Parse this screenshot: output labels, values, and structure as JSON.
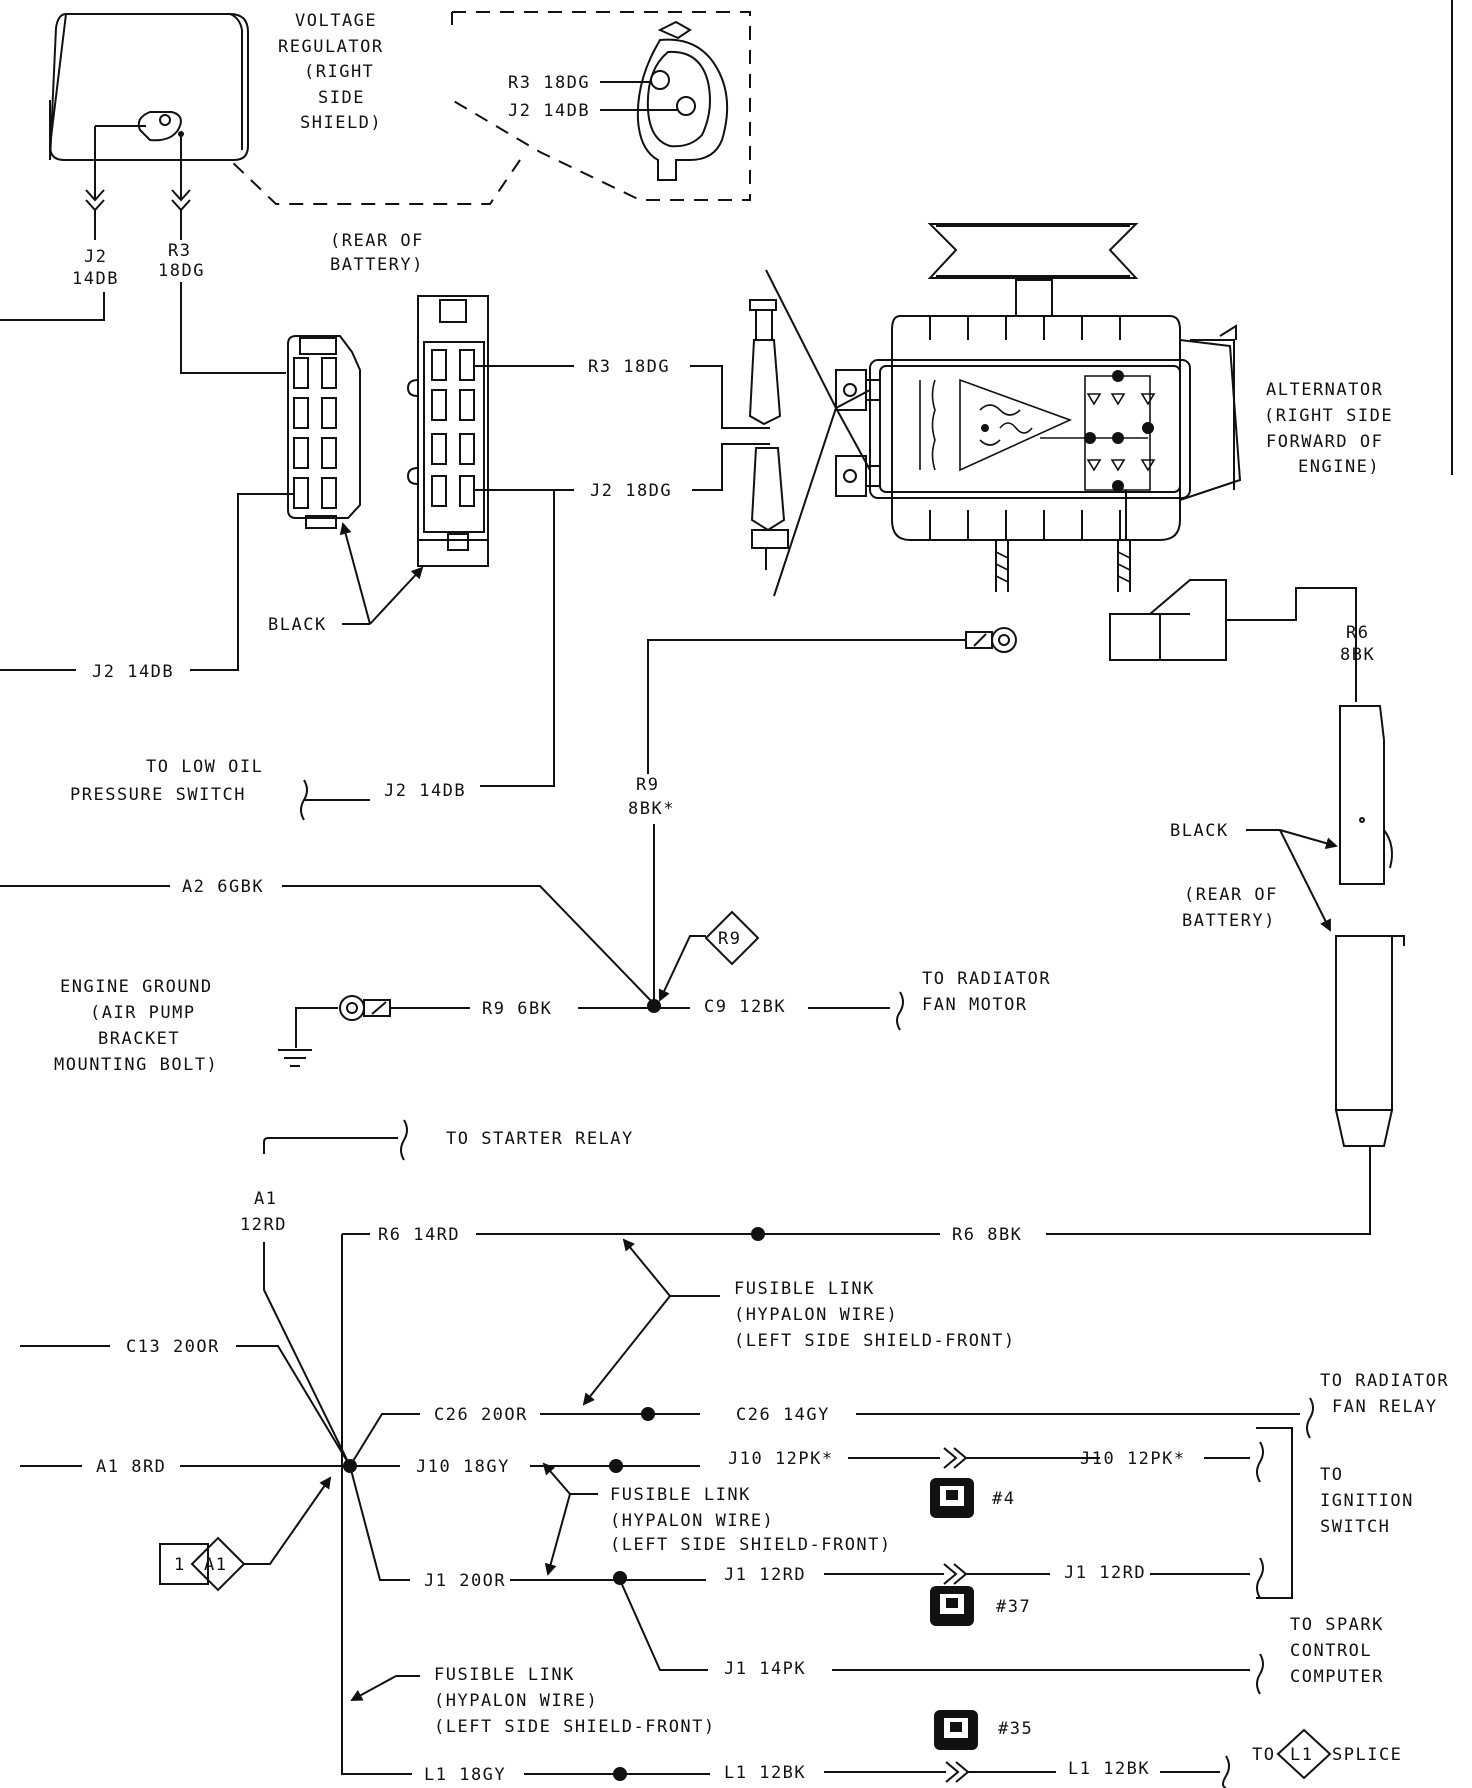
{
  "labels": {
    "voltage_regulator": [
      "VOLTAGE",
      "REGULATOR",
      "(RIGHT",
      "SIDE",
      "SHIELD)"
    ],
    "vr_connector_r3": "R3 18DG",
    "vr_connector_j2": "J2 14DB",
    "vr_j2_code": "J2",
    "vr_j2_gauge": "14DB",
    "vr_r3_code": "R3",
    "vr_r3_gauge": "18DG",
    "rear_of_battery_top": [
      "(REAR OF",
      "BATTERY)"
    ],
    "conn_r3": "R3 18DG",
    "conn_j2": "J2 18DG",
    "black_top": "BLACK",
    "j2_14db_left": "J2 14DB",
    "to_low_oil": [
      "TO LOW OIL",
      "PRESSURE SWITCH"
    ],
    "j2_14db_low_oil": "J2 14DB",
    "alternator": [
      "ALTERNATOR",
      "(RIGHT SIDE",
      "FORWARD OF",
      "ENGINE)"
    ],
    "r6_code": "R6",
    "r6_gauge": "8BK",
    "r9_code": "R9",
    "r9_gauge": "8BK*",
    "black_right": "BLACK",
    "rear_of_battery_right": [
      "(REAR OF",
      "BATTERY)"
    ],
    "a2_6gbk": "A2 6GBK",
    "r9_diamond": "R9",
    "engine_ground": [
      "ENGINE GROUND",
      "(AIR PUMP",
      "BRACKET",
      "MOUNTING BOLT)"
    ],
    "r9_6bk": "R9 6BK",
    "c9_12bk": "C9 12BK",
    "to_radiator_fan_motor": [
      "TO RADIATOR",
      "FAN MOTOR"
    ],
    "to_starter_relay": "TO STARTER RELAY",
    "a1_code": "A1",
    "a1_gauge": "12RD",
    "r6_14rd": "R6 14RD",
    "r6_8bk": "R6  8BK",
    "fusible_link_1": [
      "FUSIBLE LINK",
      "(HYPALON WIRE)",
      "(LEFT SIDE SHIELD-FRONT)"
    ],
    "c13_20or": "C13 20OR",
    "c26_20or": "C26 20OR",
    "c26_14gy": "C26 14GY",
    "to_radiator_fan_relay": [
      "TO RADIATOR",
      "FAN RELAY"
    ],
    "a1_8rd": "A1  8RD",
    "j10_18gy": "J10 18GY",
    "j10_12pk_1": "J10 12PK*",
    "j10_12pk_2": "J10 12PK*",
    "to_ignition_switch": [
      "TO",
      "IGNITION",
      "SWITCH"
    ],
    "fusible_link_2": [
      "FUSIBLE LINK",
      "(HYPALON WIRE)",
      "(LEFT SIDE SHIELD-FRONT)"
    ],
    "ref_4": "#4",
    "ref_37": "#37",
    "ref_35": "#35",
    "a1_diamond_num": "1",
    "a1_diamond": "A1",
    "j1_20or": "J1 20OR",
    "j1_12rd_1": "J1 12RD",
    "j1_12rd_2": "J1 12RD",
    "j1_14pk": "J1 14PK",
    "to_spark_control": [
      "TO SPARK",
      "CONTROL",
      "COMPUTER"
    ],
    "fusible_link_3": [
      "FUSIBLE LINK",
      "(HYPALON WIRE)",
      "(LEFT SIDE SHIELD-FRONT)"
    ],
    "l1_18gy": "L1 18GY",
    "l1_12bk_1": "L1 12BK",
    "l1_12bk_2": "L1 12BK",
    "to_l1_splice_to": "TO",
    "to_l1_splice_code": "L1",
    "to_l1_splice_word": "SPLICE"
  }
}
